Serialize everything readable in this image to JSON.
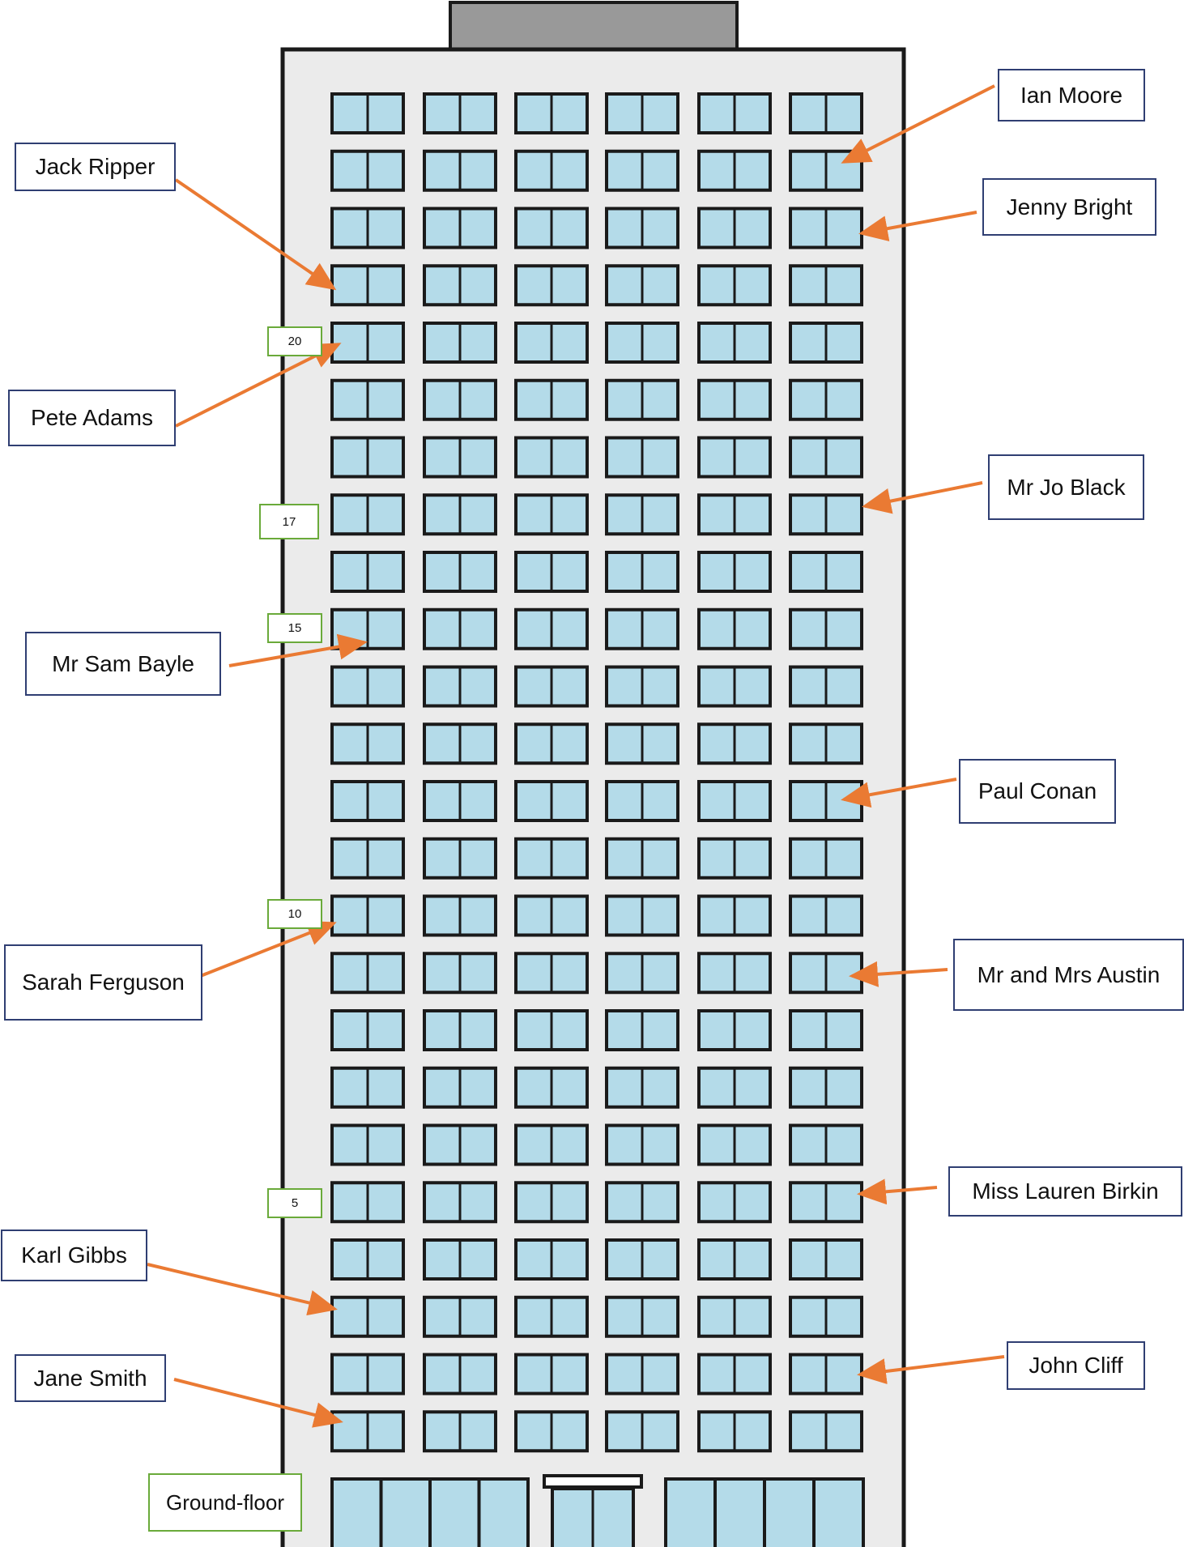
{
  "colors": {
    "building_fill": "#ebebeb",
    "roof_fill": "#999999",
    "window_fill": "#b4dbe9",
    "outline": "#1a1a1a",
    "arrow": "#ea7a33",
    "label_border": "#2f3e72",
    "floor_label_border": "#6aaa3a"
  },
  "building": {
    "floors_with_windows": 24,
    "windows_per_floor": 6
  },
  "floor_labels": {
    "f20": "20",
    "f17": "17",
    "f15": "15",
    "f10": "10",
    "f5": "5",
    "ground": "Ground-floor"
  },
  "residents": {
    "ian_moore": "Ian Moore",
    "jack_ripper": "Jack Ripper",
    "jenny_bright": "Jenny Bright",
    "pete_adams": "Pete Adams",
    "mr_jo_black": "Mr Jo Black",
    "mr_sam_bayle": "Mr Sam Bayle",
    "paul_conan": "Paul Conan",
    "sarah_ferguson": "Sarah Ferguson",
    "mr_and_mrs_austin": "Mr and Mrs Austin",
    "miss_lauren_birkin": "Miss Lauren Birkin",
    "karl_gibbs": "Karl Gibbs",
    "jane_smith": "Jane Smith",
    "john_cliff": "John Cliff"
  }
}
